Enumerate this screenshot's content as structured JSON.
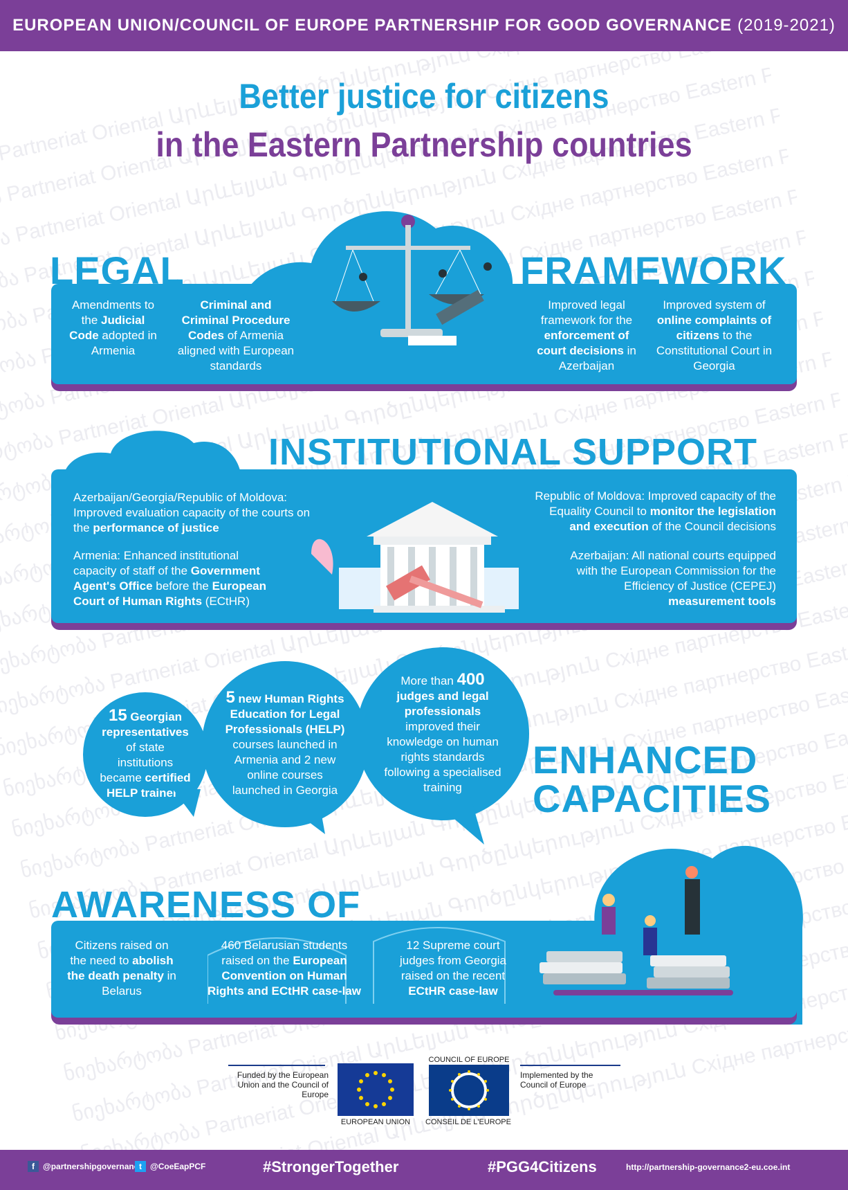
{
  "header": {
    "title": "EUROPEAN UNION/COUNCIL OF EUROPE PARTNERSHIP FOR GOOD GOVERNANCE",
    "years": "(2019-2021)"
  },
  "title": {
    "line1": "Better justice for citizens",
    "line2": "in the Eastern Partnership countries"
  },
  "watermark": "ნიეხარტობა Partneriat Oriental Արևելյան Գործընկերություն Східне партнерство Eastern Partnership Şərq Tərəfdaşlığı Parteneriatul Estic აღმოსავლეთ პარტნიორობა",
  "legal": {
    "heading_left": "LEGAL",
    "heading_right": "FRAMEWORK",
    "items": [
      {
        "pre": "Amendments to the",
        "bold": "Judicial Code",
        "post": "adopted in Armenia"
      },
      {
        "pre": "",
        "bold": "Criminal and Criminal Procedure Codes",
        "post": "of Armenia aligned with European standards"
      },
      {
        "pre": "Improved legal framework for the",
        "bold": "enforcement of court decisions",
        "post": "in Azerbaijan"
      },
      {
        "pre": "Improved system of",
        "bold": "online complaints of citizens",
        "post": "to the Constitutional Court in Georgia"
      }
    ]
  },
  "institutional": {
    "heading": "INSTITUTIONAL SUPPORT",
    "left": [
      {
        "pre": "Azerbaijan/Georgia/Republic of Moldova: Improved evaluation capacity of the courts on the",
        "bold": "performance of justice",
        "post": ""
      },
      {
        "pre": "Armenia: Enhanced institutional capacity of staff of the",
        "bold": "Government Agent's Office",
        "mid": "before the",
        "bold2": "European Court of Human Rights",
        "post": "(ECtHR)"
      }
    ],
    "right": [
      {
        "pre": "Republic of Moldova: Improved capacity of the Equality Council to",
        "bold": "monitor the legislation and execution",
        "post": "of the Council decisions"
      },
      {
        "pre": "Azerbaijan: All national courts equipped with the European Commission for the Efficiency of Justice (CEPEJ)",
        "bold": "measurement tools",
        "post": ""
      }
    ]
  },
  "enhanced": {
    "heading_line1": "ENHANCED",
    "heading_line2": "CAPACITIES",
    "bubbles": [
      {
        "num": "15",
        "bold1": "Georgian representatives",
        "mid": "of state institutions became",
        "bold2": "certified HELP trainers"
      },
      {
        "num": "5",
        "bold1": "new Human Rights Education for Legal Professionals (HELP)",
        "mid": "courses launched in Armenia and 2 new online courses launched in Georgia",
        "bold2": ""
      },
      {
        "pre": "More than",
        "num": "400",
        "bold1": "judges and legal professionals",
        "mid": "improved their knowledge on human rights standards following a specialised training",
        "bold2": ""
      }
    ]
  },
  "awareness": {
    "heading": "AWARENESS OF",
    "items": [
      {
        "pre": "Citizens raised on the need to",
        "bold": "abolish the death penalty",
        "post": "in Belarus"
      },
      {
        "pre": "460 Belarusian students raised on the",
        "bold": "European Convention on Human Rights and ECtHR case-law",
        "post": ""
      },
      {
        "pre": "12 Supreme court judges from Georgia raised on the recent",
        "bold": "ECtHR case-law",
        "post": ""
      }
    ]
  },
  "logos": {
    "funded": "Funded by the European Union and the Council of Europe",
    "eu_caption": "EUROPEAN UNION",
    "coe_top": "COUNCIL OF EUROPE",
    "coe_bottom": "CONSEIL DE L'EUROPE",
    "implemented": "Implemented by the Council of Europe"
  },
  "footer": {
    "facebook": "@partnershipgovernance",
    "twitter": "@CoeEapPCF",
    "tag1": "#StrongerTogether",
    "tag2": "#PGG4Citizens",
    "url": "http://partnership-governance2-eu.coe.int"
  },
  "colors": {
    "blue": "#1aa0d8",
    "purple": "#7b3f98"
  }
}
